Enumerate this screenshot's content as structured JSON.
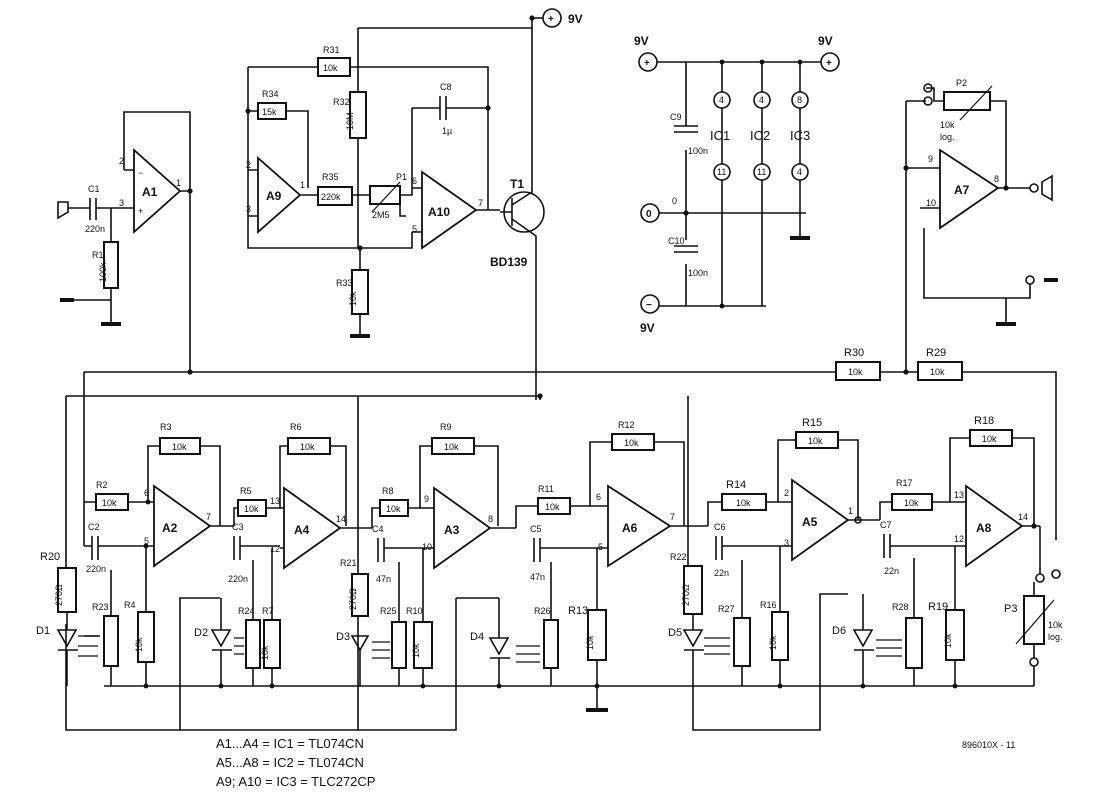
{
  "supply": {
    "top_pos": "9V",
    "pos_left": "9V",
    "pos_right": "9V",
    "neg": "9V",
    "zero": "0",
    "plus_sym": "+",
    "minus_sym": "−"
  },
  "ic_table": {
    "ic1": "IC1",
    "ic2": "IC2",
    "ic3": "IC3",
    "ic1_top": "4",
    "ic2_top": "4",
    "ic3_top": "8",
    "ic1_bot": "11",
    "ic2_bot": "11",
    "ic3_bot": "4",
    "c9": "C9",
    "c9_val": "100n",
    "c10": "C10",
    "c10_val": "100n"
  },
  "amps": {
    "a1": "A1",
    "a2": "A2",
    "a3": "A3",
    "a4": "A4",
    "a5": "A5",
    "a6": "A6",
    "a7": "A7",
    "a8": "A8",
    "a9": "A9",
    "a10": "A10"
  },
  "pins": {
    "a1": [
      "2",
      "3",
      "1"
    ],
    "a9": [
      "2",
      "3",
      "1"
    ],
    "a10": [
      "6",
      "5",
      "7"
    ],
    "a7": [
      "9",
      "10",
      "8"
    ],
    "a2": [
      "6",
      "5",
      "7"
    ],
    "a4": [
      "13",
      "12",
      "14"
    ],
    "a3": [
      "9",
      "10",
      "8"
    ],
    "a6": [
      "6",
      "5",
      "7"
    ],
    "a5": [
      "2",
      "3",
      "1"
    ],
    "a8": [
      "13",
      "12",
      "14"
    ]
  },
  "resistors": {
    "r1": "R1",
    "r1_val": "100k",
    "r2": "R2",
    "r2_val": "10k",
    "r3": "R3",
    "r3_val": "10k",
    "r4": "R4",
    "r4_val": "10k",
    "r5": "R5",
    "r5_val": "10k",
    "r6": "R6",
    "r6_val": "10k",
    "r7": "R7",
    "r7_val": "10k",
    "r8": "R8",
    "r8_val": "10k",
    "r9": "R9",
    "r9_val": "10k",
    "r10": "R10",
    "r10_val": "10k",
    "r11": "R11",
    "r11_val": "10k",
    "r12": "R12",
    "r12_val": "10k",
    "r13": "R13",
    "r13_val": "10k",
    "r14": "R14",
    "r14_val": "10k",
    "r15": "R15",
    "r15_val": "10k",
    "r16": "R16",
    "r16_val": "10k",
    "r17": "R17",
    "r17_val": "10k",
    "r18": "R18",
    "r18_val": "10k",
    "r19": "R19",
    "r19_val": "10k",
    "r20": "R20",
    "r20_val": "270Ω",
    "r21": "R21",
    "r21_val": "270Ω",
    "r22": "R22",
    "r22_val": "270Ω",
    "r23": "R23",
    "r24": "R24",
    "r25": "R25",
    "r26": "R26",
    "r27": "R27",
    "r28": "R28",
    "r29": "R29",
    "r29_val": "10k",
    "r30": "R30",
    "r30_val": "10k",
    "r31": "R31",
    "r31_val": "10k",
    "r32": "R32",
    "r32_val": "10M",
    "r33": "R33",
    "r33_val": "10k",
    "r34": "R34",
    "r34_val": "15k",
    "r35": "R35",
    "r35_val": "220k"
  },
  "capacitors": {
    "c1": "C1",
    "c1_val": "220n",
    "c2": "C2",
    "c2_val": "220n",
    "c3": "C3",
    "c3_val": "220n",
    "c4": "C4",
    "c4_val": "47n",
    "c5": "C5",
    "c5_val": "47n",
    "c6": "C6",
    "c6_val": "22n",
    "c7": "C7",
    "c7_val": "22n",
    "c8": "C8",
    "c8_val": "1µ"
  },
  "pots": {
    "p1": "P1",
    "p1_val": "2M5",
    "p2": "P2",
    "p2_val": "10k",
    "p2_taper": "log.",
    "p3": "P3",
    "p3_val": "10k",
    "p3_taper": "log."
  },
  "transistor": {
    "name": "T1",
    "type": "BD139"
  },
  "diodes": {
    "d1": "D1",
    "d2": "D2",
    "d3": "D3",
    "d4": "D4",
    "d5": "D5",
    "d6": "D6"
  },
  "notes": {
    "line1": "A1...A4 = IC1 = TL074CN",
    "line2": "A5...A8 = IC2 = TL074CN",
    "line3": "A9; A10 = IC3 = TLC272CP",
    "figure_code": "896010X - 11"
  },
  "colors": {
    "ink": "#111111",
    "paper": "#ffffff"
  }
}
